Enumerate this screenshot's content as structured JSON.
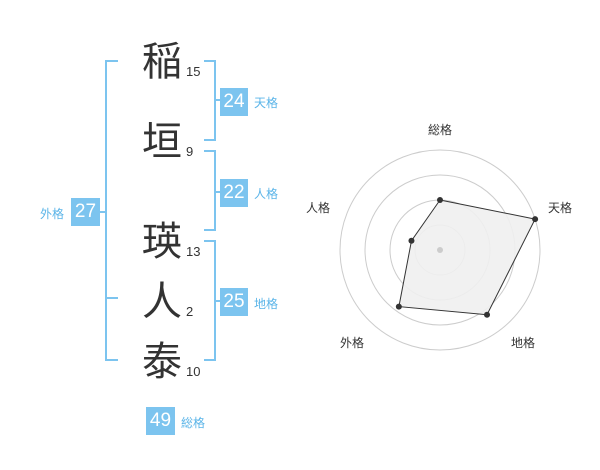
{
  "name_chars": [
    {
      "char": "稲",
      "strokes": "15"
    },
    {
      "char": "垣",
      "strokes": "9"
    },
    {
      "char": "瑛",
      "strokes": "13"
    },
    {
      "char": "人",
      "strokes": "2"
    },
    {
      "char": "泰",
      "strokes": "10"
    }
  ],
  "kakusu": {
    "tenkaku": {
      "label": "天格",
      "value": "24"
    },
    "jinkaku": {
      "label": "人格",
      "value": "22"
    },
    "chikaku": {
      "label": "地格",
      "value": "25"
    },
    "gaikaku": {
      "label": "外格",
      "value": "27"
    },
    "soukaku": {
      "label": "総格",
      "value": "49"
    }
  },
  "chart_data": {
    "type": "radar",
    "axes": [
      "総格",
      "天格",
      "地格",
      "外格",
      "人格"
    ],
    "values": [
      0.5,
      1.0,
      0.8,
      0.7,
      0.3
    ],
    "rings": 4,
    "colors": {
      "fill": "#efefef",
      "stroke": "#333333",
      "grid": "#cccccc",
      "center": "#cccccc"
    }
  }
}
